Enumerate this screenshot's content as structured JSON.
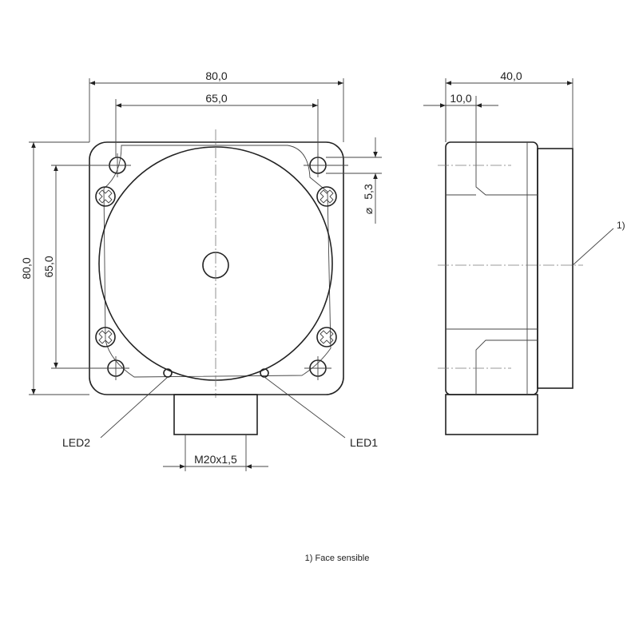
{
  "front_view": {
    "dim_width_outer": "80,0",
    "dim_width_holes": "65,0",
    "dim_height_outer": "80,0",
    "dim_height_holes": "65,0",
    "dim_hole_diameter": "5,3",
    "diameter_symbol": "⌀",
    "led2_label": "LED2",
    "led1_label": "LED1",
    "thread_label": "M20x1,5"
  },
  "side_view": {
    "dim_depth": "40,0",
    "dim_offset": "10,0",
    "callout_marker": "1)"
  },
  "footnote": "1) Face sensible"
}
